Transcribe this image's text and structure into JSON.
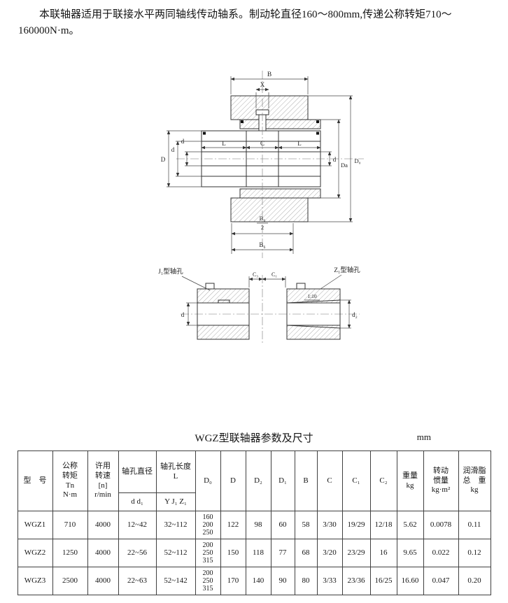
{
  "intro": {
    "text": "本联轴器适用于联接水平两同轴线传动轴系。制动轮直径160～800mm,传递公称转矩710～160000N·m。"
  },
  "diagram": {
    "dim_b": "B",
    "dim_x": "X",
    "dim_l_left": "L",
    "dim_c": "C",
    "dim_l_right": "L",
    "dim_big_d": "D",
    "dim_small_d_left": "d",
    "dim_bore_d_left": "d",
    "dim_bore_d_right": "d",
    "dim_da": "Da",
    "dim_d0": "D₀",
    "dim_b6_numerator": "B₆",
    "dim_b6_denominator": "2",
    "dim_b6": "B₆",
    "label_j1_bore": "J₁型轴孔",
    "label_z1_bore": "Z₁型轴孔",
    "dim_c3": "C₃",
    "dim_c1": "C₁",
    "dim_d_detail": "d",
    "dim_d2_detail": "d₂",
    "taper_label": "1:10"
  },
  "table": {
    "title": "WGZ型联轴器参数及尺寸",
    "unit": "mm",
    "headers": {
      "model": "型　号",
      "torque": "公称\n转矩\nTn\nN·m",
      "speed": "许用\n转速\n[n]\nr/min",
      "bore_dia_group": "轴孔直径",
      "bore_dia_sub": "d d₁",
      "bore_len_group": "轴孔长度\nL",
      "bore_len_sub": "Y J₁ Z₁",
      "d0": "D₀",
      "d": "D",
      "d2": "D₂",
      "d1": "D₁",
      "b": "B",
      "c": "C",
      "c1": "C₁",
      "c2": "C₂",
      "weight": "重量\nkg",
      "inertia": "转动\n惯量\nkg·m²",
      "grease": "润滑脂\n总　重\nkg"
    },
    "rows": [
      {
        "model": "WGZ1",
        "torque": "710",
        "speed": "4000",
        "bore_dia": "12~42",
        "bore_len": "32~112",
        "d0": "160\n200\n250",
        "d": "122",
        "d2": "98",
        "d1": "60",
        "b": "58",
        "c": "3/30",
        "c1": "19/29",
        "c2": "12/18",
        "weight": "5.62",
        "inertia": "0.0078",
        "grease": "0.11"
      },
      {
        "model": "WGZ2",
        "torque": "1250",
        "speed": "4000",
        "bore_dia": "22~56",
        "bore_len": "52~112",
        "d0": "200\n250\n315",
        "d": "150",
        "d2": "118",
        "d1": "77",
        "b": "68",
        "c": "3/20",
        "c1": "23/29",
        "c2": "16",
        "weight": "9.65",
        "inertia": "0.022",
        "grease": "0.12"
      },
      {
        "model": "WGZ3",
        "torque": "2500",
        "speed": "4000",
        "bore_dia": "22~63",
        "bore_len": "52~142",
        "d0": "200\n250\n315",
        "d": "170",
        "d2": "140",
        "d1": "90",
        "b": "80",
        "c": "3/33",
        "c1": "23/36",
        "c2": "16/25",
        "weight": "16.60",
        "inertia": "0.047",
        "grease": "0.20"
      }
    ]
  }
}
